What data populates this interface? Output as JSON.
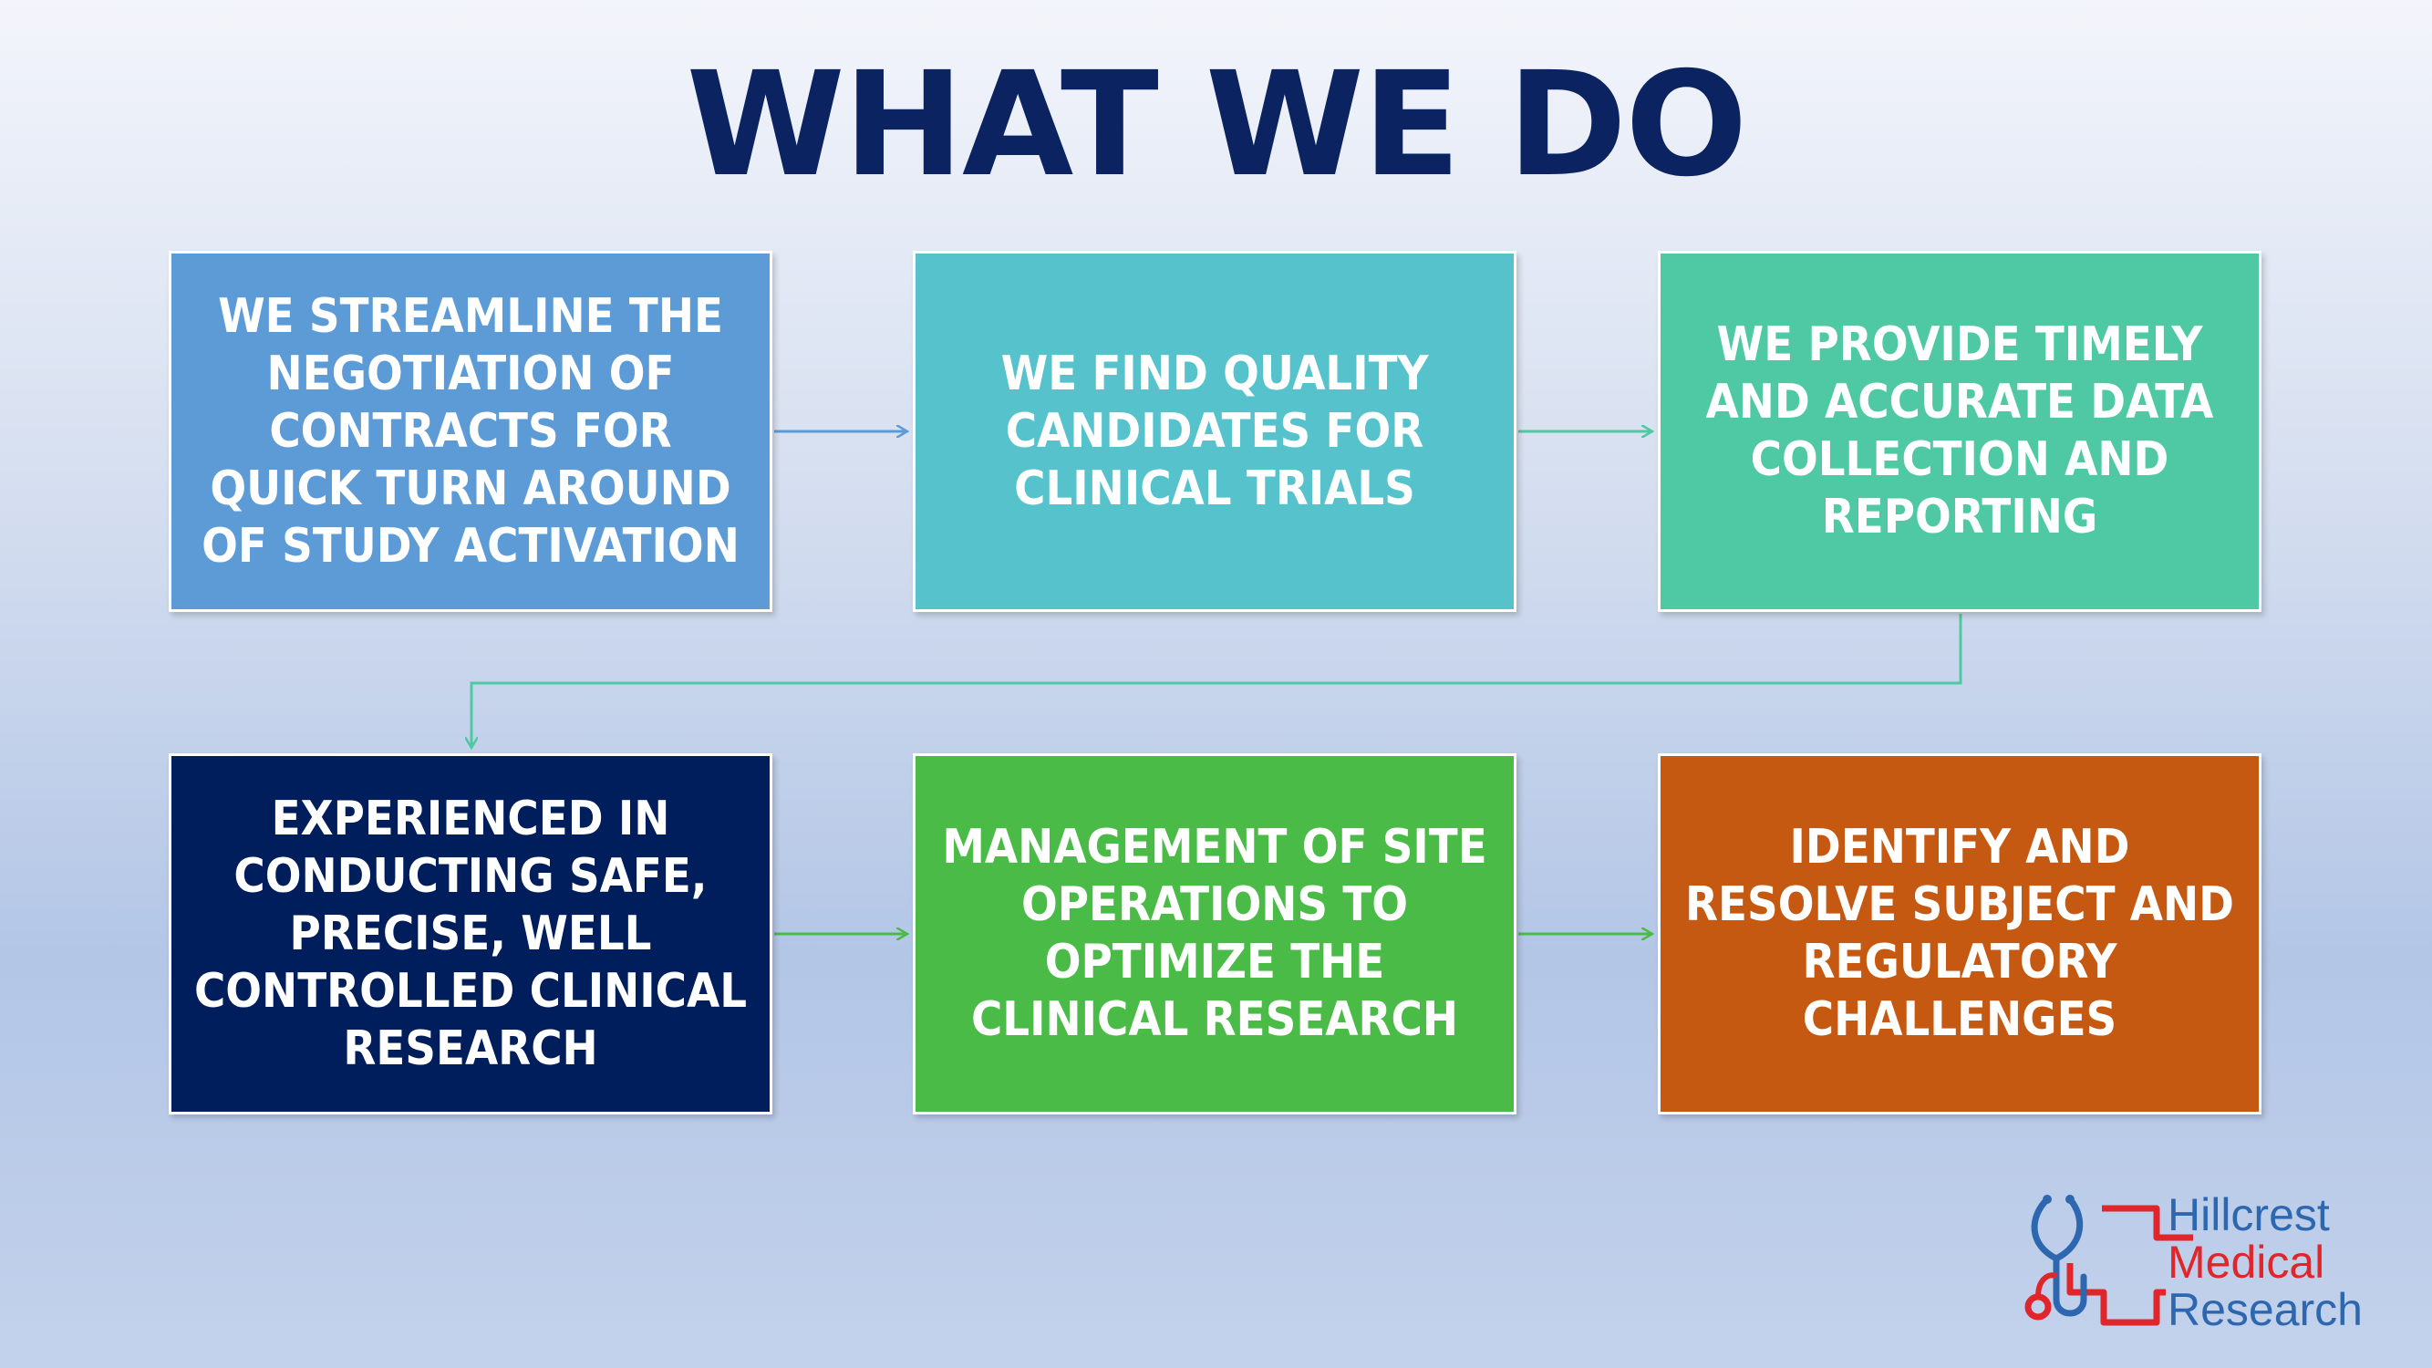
{
  "title": "WHAT WE DO",
  "boxes": [
    {
      "label": "WE STREAMLINE THE NEGOTIATION OF CONTRACTS FOR QUICK TURN AROUND OF STUDY ACTIVATION",
      "color": "#5c9bd6"
    },
    {
      "label": "WE FIND QUALITY CANDIDATES FOR CLINICAL TRIALS",
      "color": "#56c2cc"
    },
    {
      "label": "WE PROVIDE TIMELY AND ACCURATE DATA COLLECTION AND REPORTING",
      "color": "#4fc9a3"
    },
    {
      "label": "EXPERIENCED IN CONDUCTING SAFE, PRECISE, WELL CONTROLLED CLINICAL RESEARCH",
      "color": "#001d5c"
    },
    {
      "label": "MANAGEMENT OF SITE OPERATIONS TO OPTIMIZE THE CLINICAL RESEARCH",
      "color": "#4bbb47"
    },
    {
      "label": "IDENTIFY AND RESOLVE SUBJECT AND REGULATORY CHALLENGES",
      "color": "#c55911"
    }
  ],
  "logo": {
    "line1": "Hillcrest",
    "line2": "Medical",
    "line3": "Research",
    "icon": "stethoscope-cross-icon",
    "colors": {
      "blue": "#2c67b0",
      "red": "#e0262a"
    }
  },
  "colors": {
    "title": "#0b2360",
    "arrow_blue": "#5c9bd6",
    "arrow_teal": "#4fc9a3",
    "arrow_green": "#4bbb47"
  }
}
